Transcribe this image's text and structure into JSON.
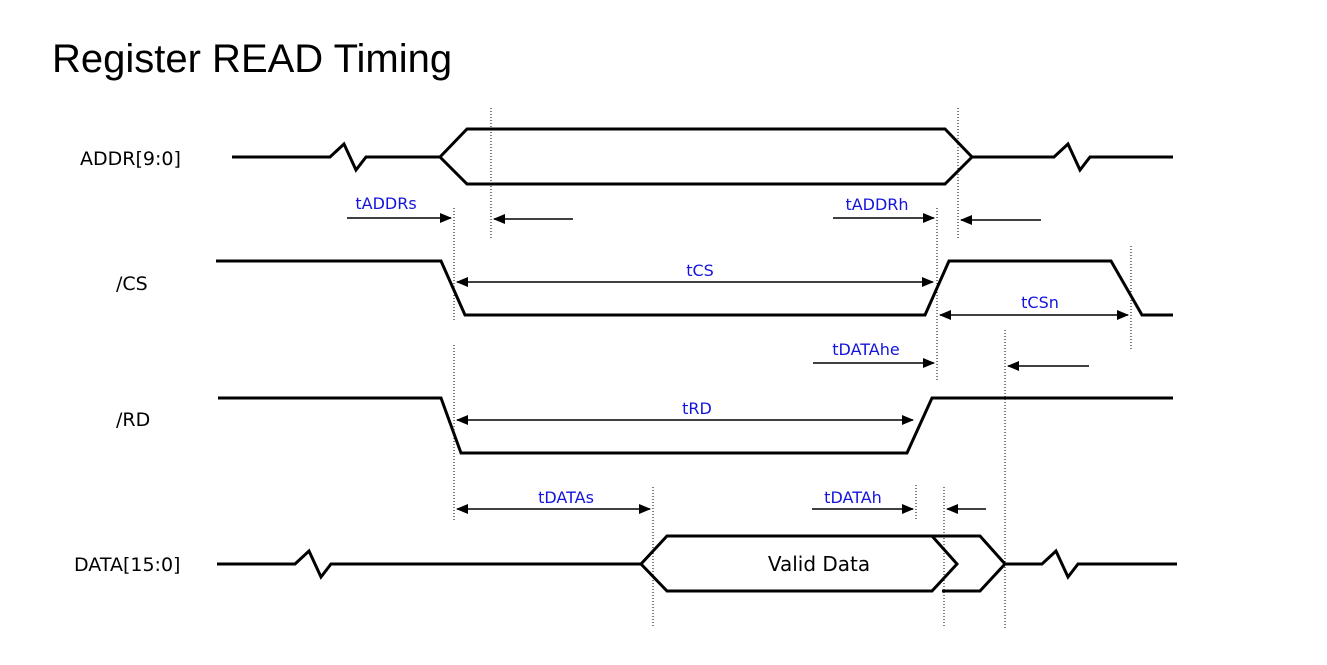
{
  "title": "Register READ Timing",
  "signals": {
    "addr": "ADDR[9:0]",
    "cs": "/CS",
    "rd": "/RD",
    "data": "DATA[15:0]"
  },
  "timing_labels": {
    "t_addr_s": "tADDRs",
    "t_addr_h": "tADDRh",
    "t_cs": "tCS",
    "t_cs_n": "tCSn",
    "t_data_he": "tDATAhe",
    "t_rd": "tRD",
    "t_data_s": "tDATAs",
    "t_data_h": "tDATAh"
  },
  "valid_data_label": "Valid Data",
  "colors": {
    "timing_label": "#1414dc",
    "waveform": "#000000"
  }
}
